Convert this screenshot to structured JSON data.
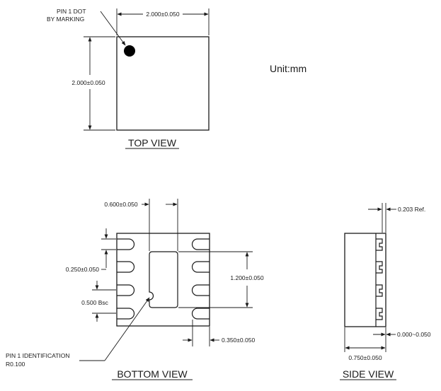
{
  "unit_label": "Unit:mm",
  "top_view": {
    "title": "TOP VIEW",
    "width_dim": "2.000±0.050",
    "height_dim": "2.000±0.050",
    "pin1_note_line1": "PIN 1 DOT",
    "pin1_note_line2": "BY MARKING"
  },
  "bottom_view": {
    "title": "BOTTOM VIEW",
    "pad_width_dim": "0.600±0.050",
    "lead_width_dim": "0.250±0.050",
    "pitch_dim": "0.500 Bsc",
    "pad_height_dim": "1.200±0.050",
    "lead_length_dim": "0.350±0.050",
    "pin1_note_line1": "PIN 1 IDENTIFICATION",
    "pin1_note_line2": "R0.100"
  },
  "side_view": {
    "title": "SIDE VIEW",
    "ref_dim": "0.203 Ref.",
    "standoff_dim": "0.000~0.050",
    "height_dim": "0.750±0.050"
  }
}
